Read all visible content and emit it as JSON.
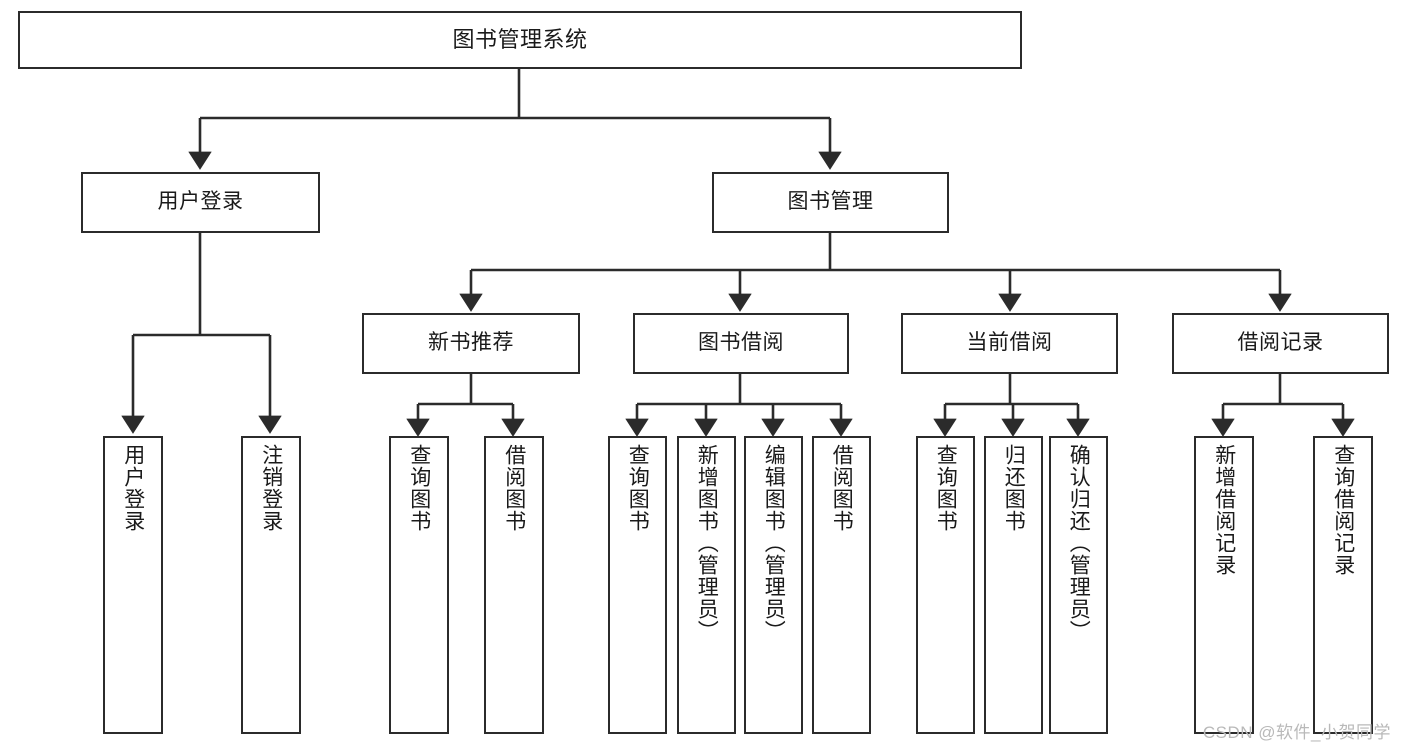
{
  "diagram": {
    "type": "hierarchy-tree",
    "title": "图书管理系统",
    "orientation": "top-down",
    "colors": {
      "box_border": "#2b2b2b",
      "box_fill": "#ffffff",
      "connector": "#2b2b2b",
      "watermark": "#b9b9b9"
    },
    "nodes": {
      "root": {
        "label": "图书管理系统"
      },
      "level1": [
        {
          "id": "user-login",
          "label": "用户登录"
        },
        {
          "id": "book-manage",
          "label": "图书管理"
        }
      ],
      "level2": [
        {
          "id": "new-book-rec",
          "label": "新书推荐"
        },
        {
          "id": "book-borrow",
          "label": "图书借阅"
        },
        {
          "id": "current-borrow",
          "label": "当前借阅"
        },
        {
          "id": "borrow-record",
          "label": "借阅记录"
        }
      ],
      "leaves": {
        "user_login": [
          {
            "id": "leaf-user-login",
            "label": "用户登录"
          },
          {
            "id": "leaf-logout-login",
            "label": "注销登录"
          }
        ],
        "new_book_rec": [
          {
            "id": "leaf-query-book-1",
            "label": "查询图书"
          },
          {
            "id": "leaf-borrow-book-1",
            "label": "借阅图书"
          }
        ],
        "book_borrow": [
          {
            "id": "leaf-query-book-2",
            "label": "查询图书"
          },
          {
            "id": "leaf-add-book",
            "label": "新增图书（管理员）"
          },
          {
            "id": "leaf-edit-book",
            "label": "编辑图书（管理员）"
          },
          {
            "id": "leaf-borrow-book-2",
            "label": "借阅图书"
          }
        ],
        "current_borrow": [
          {
            "id": "leaf-query-book-3",
            "label": "查询图书"
          },
          {
            "id": "leaf-return-book",
            "label": "归还图书"
          },
          {
            "id": "leaf-confirm-return",
            "label": "确认归还（管理员）"
          }
        ],
        "borrow_record": [
          {
            "id": "leaf-add-record",
            "label": "新增借阅记录"
          },
          {
            "id": "leaf-query-record",
            "label": "查询借阅记录"
          }
        ]
      }
    },
    "watermark": "CSDN @软件_小贺同学"
  }
}
